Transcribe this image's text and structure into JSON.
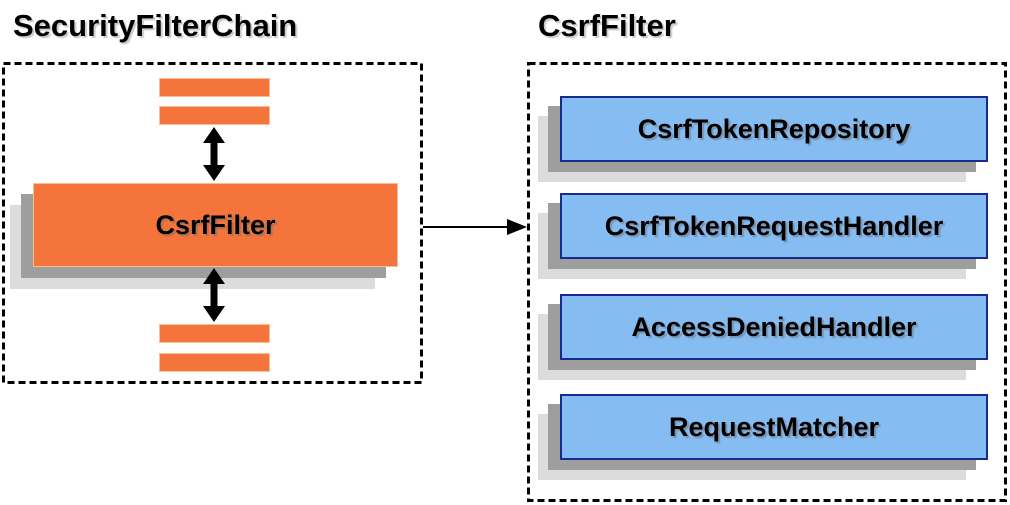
{
  "diagram": {
    "left_panel": {
      "title": "SecurityFilterChain",
      "filter_box_label": "CsrfFilter",
      "chain_bars_count": 4
    },
    "right_panel": {
      "title": "CsrfFilter",
      "components": [
        {
          "label": "CsrfTokenRepository"
        },
        {
          "label": "CsrfTokenRequestHandler"
        },
        {
          "label": "AccessDeniedHandler"
        },
        {
          "label": "RequestMatcher"
        }
      ]
    },
    "icons": {
      "vertical_double_arrow": "double-headed-arrow",
      "flow_arrow": "right-arrow"
    },
    "colors": {
      "orange_fill": "#F4743B",
      "orange_border": "#F9BE98",
      "blue_fill": "#85BCF2",
      "blue_border": "#172A8D",
      "shadow_dark": "#9E9E9E",
      "shadow_light": "#DCDCDC",
      "dashed_outline": "#000000",
      "text": "#000000",
      "background": "#FFFFFF"
    }
  }
}
